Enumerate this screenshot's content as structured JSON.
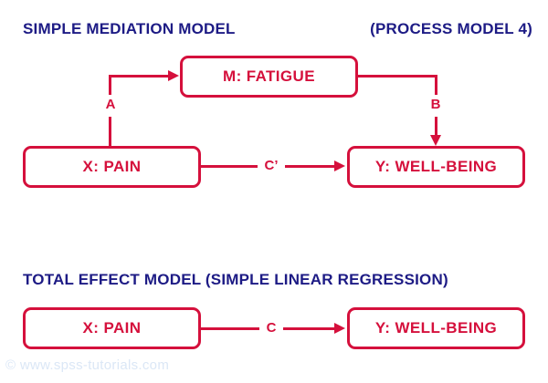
{
  "colors": {
    "accent_red": "#d5103c",
    "title_navy": "#1d1b85",
    "watermark_blue": "#dbe7f6",
    "background": "#ffffff"
  },
  "mediation_model": {
    "title_left": "SIMPLE MEDIATION MODEL",
    "title_right": "(PROCESS MODEL 4)",
    "boxes": {
      "x": "X: PAIN",
      "m": "M: FATIGUE",
      "y": "Y: WELL-BEING"
    },
    "path_labels": {
      "a": "A",
      "b": "B",
      "c_prime": "C’"
    }
  },
  "total_effect_model": {
    "title": "TOTAL EFFECT MODEL (SIMPLE LINEAR REGRESSION)",
    "boxes": {
      "x": "X: PAIN",
      "y": "Y: WELL-BEING"
    },
    "path_labels": {
      "c": "C"
    }
  },
  "watermark": "© www.spss-tutorials.com"
}
